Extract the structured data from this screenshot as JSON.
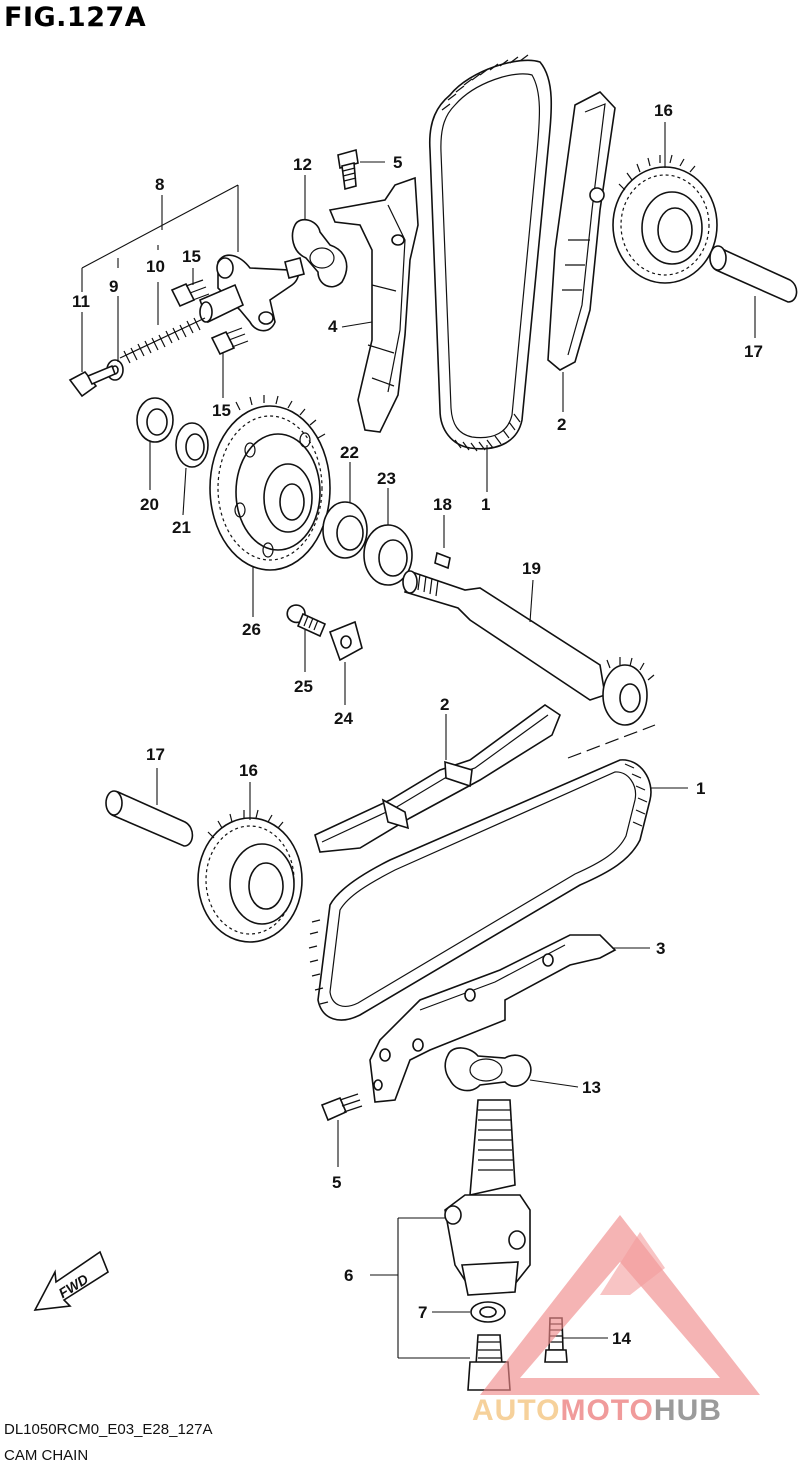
{
  "figure": {
    "title": "FIG.127A"
  },
  "footer": {
    "code": "DL1050RCM0_E03_E28_127A",
    "name": "CAM CHAIN"
  },
  "direction_marker": {
    "label": "FWD"
  },
  "watermark": {
    "brand": "AUTOMOTOHUB",
    "part1": "AUTO",
    "part2": "MOTO",
    "part3": "HUB",
    "colors": {
      "triangle": "#f08a8a",
      "auto": "#f5c98a",
      "moto": "#ee8a8a",
      "hub": "#8a8a8a"
    }
  },
  "callouts": {
    "c1a": "1",
    "c1b": "1",
    "c2a": "2",
    "c2b": "2",
    "c3": "3",
    "c4": "4",
    "c5a": "5",
    "c5b": "5",
    "c6": "6",
    "c7": "7",
    "c8": "8",
    "c9": "9",
    "c10": "10",
    "c11": "11",
    "c12": "12",
    "c13": "13",
    "c14": "14",
    "c15a": "15",
    "c15b": "15",
    "c16a": "16",
    "c16b": "16",
    "c17a": "17",
    "c17b": "17",
    "c18": "18",
    "c19": "19",
    "c20": "20",
    "c21": "21",
    "c22": "22",
    "c23": "23",
    "c24": "24",
    "c25": "25",
    "c26": "26"
  }
}
